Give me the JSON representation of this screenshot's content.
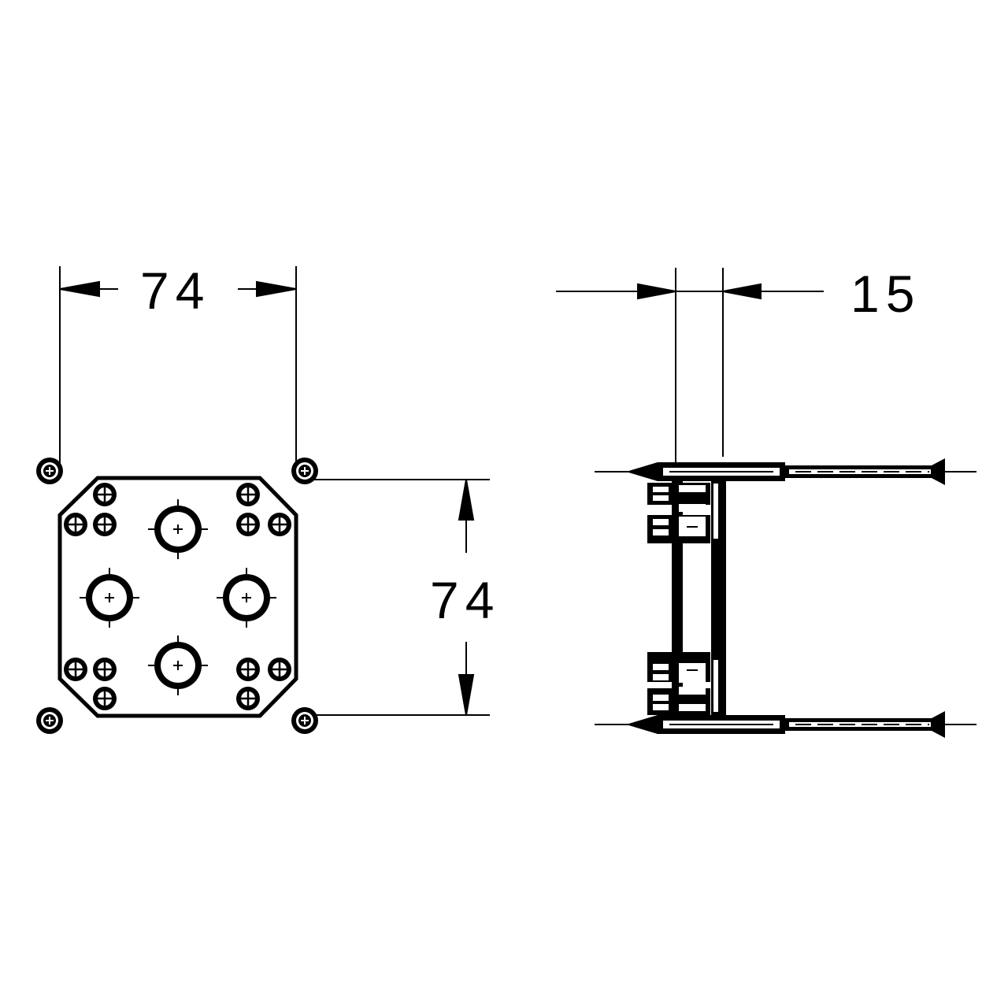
{
  "drawing": {
    "type": "technical-drawing",
    "views": [
      "front-view",
      "side-view"
    ],
    "colors": {
      "line": "#000000",
      "background": "#ffffff"
    }
  },
  "dimensions": {
    "front_width": "74",
    "front_height": "74",
    "side_depth": "15"
  },
  "icons": {
    "screw": "screw-head-icon",
    "hole": "mounting-hole-icon",
    "arrow": "dimension-arrow-icon"
  }
}
